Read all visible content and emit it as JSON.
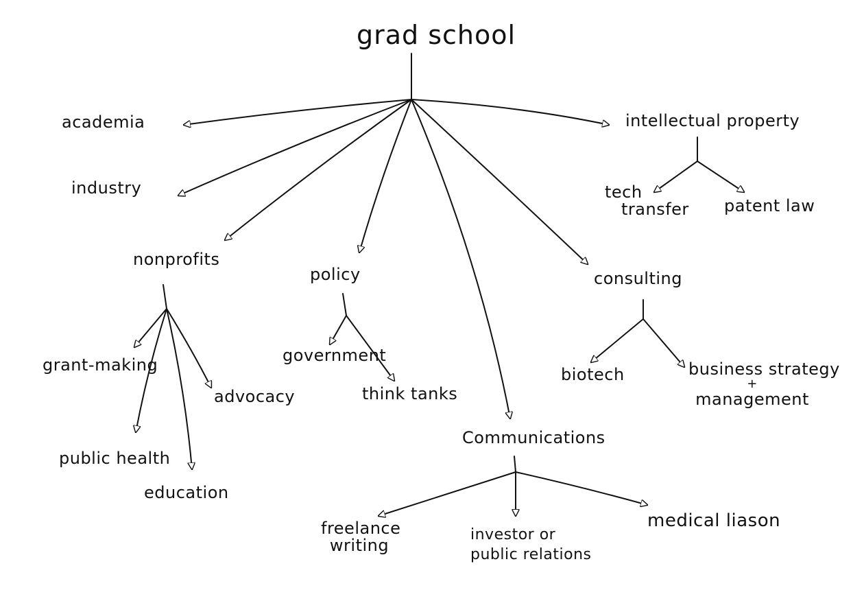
{
  "diagram": {
    "root": "grad school",
    "nodes": {
      "academia": "academia",
      "industry": "industry",
      "nonprofits": "nonprofits",
      "policy": "policy",
      "communications": "Communications",
      "consulting": "consulting",
      "intellectual_property": "intellectual property",
      "grant_making": "grant-making",
      "public_health": "public health",
      "education": "education",
      "advocacy": "advocacy",
      "government": "government",
      "think_tanks": "think tanks",
      "biotech": "biotech",
      "business_strategy": {
        "line1": "business strategy",
        "line2": "+",
        "line3": "management"
      },
      "tech_transfer": {
        "line1": "tech",
        "line2": "transfer"
      },
      "patent_law": "patent law",
      "freelance_writing": {
        "line1": "freelance",
        "line2": "writing"
      },
      "investor_pr": {
        "line1": "investor or",
        "line2": "public relations"
      },
      "medical_liason": "medical liason"
    },
    "colors": {
      "ink": "#111111",
      "background": "#ffffff"
    }
  }
}
